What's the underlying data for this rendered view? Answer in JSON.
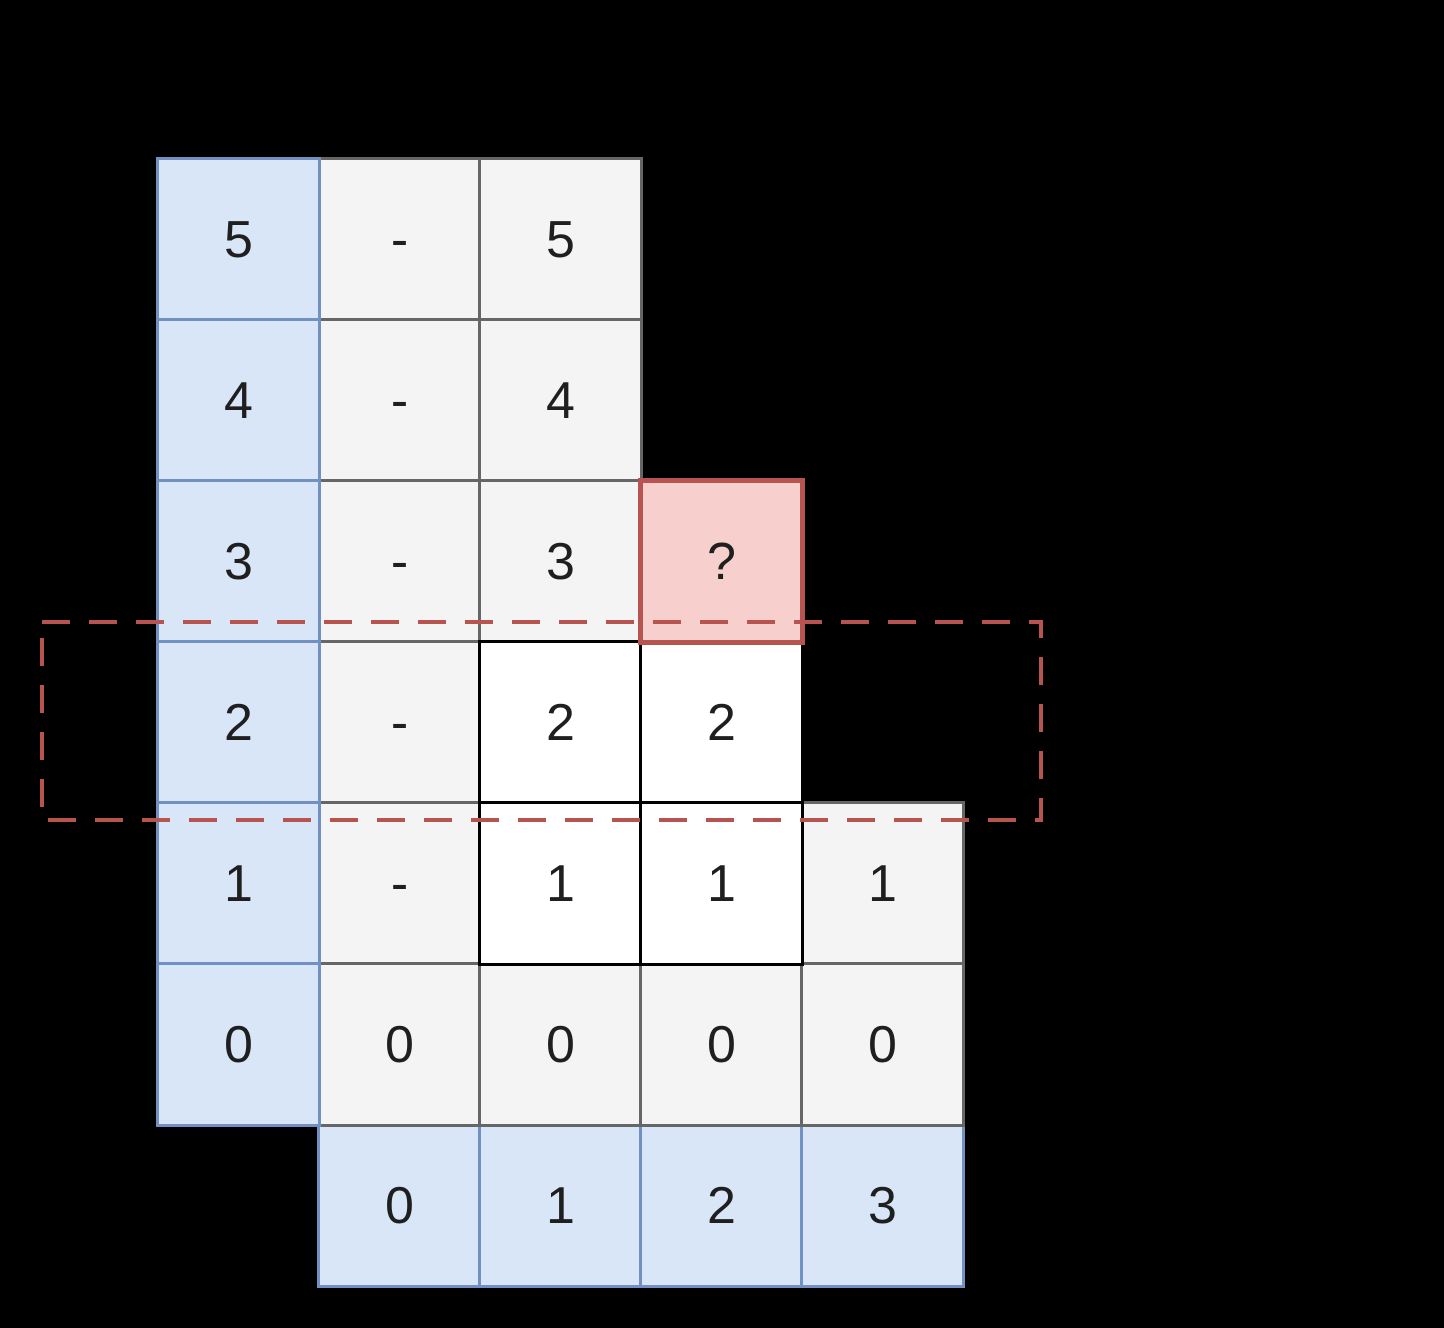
{
  "diagram": {
    "row_labels": [
      "5",
      "4",
      "3",
      "2",
      "1",
      "0"
    ],
    "col_labels": [
      "0",
      "1",
      "2",
      "3"
    ],
    "cells": [
      {
        "row": 0,
        "col": 0,
        "text": "-",
        "style": "plain"
      },
      {
        "row": 0,
        "col": 1,
        "text": "5",
        "style": "plain"
      },
      {
        "row": 1,
        "col": 0,
        "text": "-",
        "style": "plain"
      },
      {
        "row": 1,
        "col": 1,
        "text": "4",
        "style": "plain"
      },
      {
        "row": 2,
        "col": 0,
        "text": "-",
        "style": "plain"
      },
      {
        "row": 2,
        "col": 1,
        "text": "3",
        "style": "plain"
      },
      {
        "row": 2,
        "col": 2,
        "text": "?",
        "style": "target"
      },
      {
        "row": 3,
        "col": 0,
        "text": "-",
        "style": "plain"
      },
      {
        "row": 3,
        "col": 1,
        "text": "2",
        "style": "active"
      },
      {
        "row": 3,
        "col": 2,
        "text": "2",
        "style": "active"
      },
      {
        "row": 4,
        "col": 0,
        "text": "-",
        "style": "plain"
      },
      {
        "row": 4,
        "col": 1,
        "text": "1",
        "style": "active"
      },
      {
        "row": 4,
        "col": 2,
        "text": "1",
        "style": "active"
      },
      {
        "row": 4,
        "col": 3,
        "text": "1",
        "style": "plain"
      },
      {
        "row": 5,
        "col": 0,
        "text": "0",
        "style": "plain"
      },
      {
        "row": 5,
        "col": 1,
        "text": "0",
        "style": "plain"
      },
      {
        "row": 5,
        "col": 2,
        "text": "0",
        "style": "plain"
      },
      {
        "row": 5,
        "col": 3,
        "text": "0",
        "style": "plain"
      }
    ],
    "dashed_box": {
      "encloses_row_label": "2"
    },
    "colors": {
      "background": "#000000",
      "label_fill": "#d9e6f8",
      "label_border": "#7291c2",
      "cell_fill": "#f4f4f4",
      "cell_border": "#666666",
      "active_fill": "#ffffff",
      "active_border": "#000000",
      "target_fill": "#f7cfcc",
      "target_border": "#b85450",
      "dashed_box_color": "#b85450",
      "text": "#1f1f1f"
    }
  }
}
